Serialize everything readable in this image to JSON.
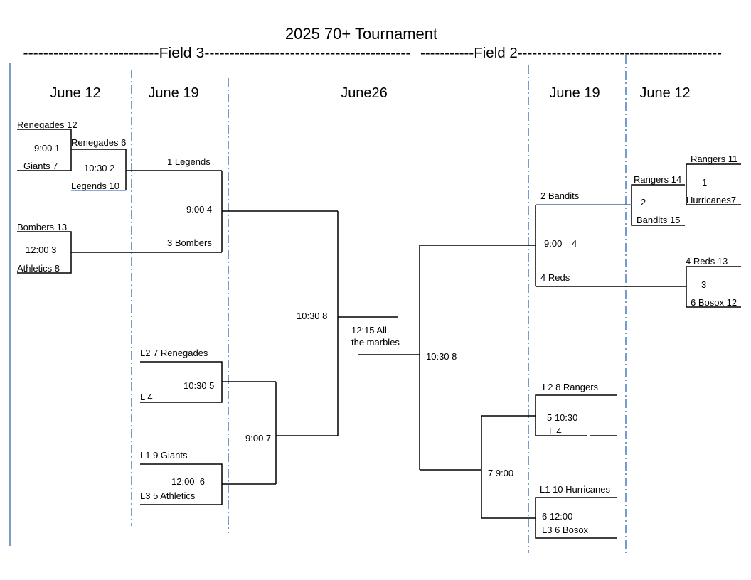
{
  "title": "2025 70+ Tournament",
  "field_headers": {
    "field3": "---------------------------Field 3-----------------------------------------",
    "field2": "-----------Field 2------------------------------------------"
  },
  "column_headers": {
    "left_june12": "June 12",
    "left_june19": "June 19",
    "center_june26": "June26",
    "right_june19": "June 19",
    "right_june12": "June 12"
  },
  "left_bracket": {
    "r1_game1": {
      "team_a": "Renegades 12",
      "label": "9:00 1",
      "team_b": "Giants 7"
    },
    "r1_game3": {
      "team_a": "Bombers 13",
      "label": "12:00 3",
      "team_b": "Athletics 8"
    },
    "r2_game2": {
      "team_a": "Renegades 6",
      "label": "10:30 2",
      "team_b": "Legends 10"
    },
    "r3_game4": {
      "team_a": "1 Legends",
      "label": "9:00 4",
      "team_b": "3 Bombers"
    },
    "cons_game5": {
      "team_a": "L2 7 Renegades",
      "label": "10:30 5",
      "team_b": "L 4"
    },
    "cons_game6": {
      "team_a": "L1 9 Giants",
      "label": "12:00  6",
      "team_b": "L3 5 Athletics"
    },
    "cons_game7": {
      "label": "9:00 7"
    },
    "semi_game8": {
      "label": "10:30 8"
    }
  },
  "final": {
    "line1": "12:15 All",
    "line2": "the marbles"
  },
  "right_bracket": {
    "r1_game1": {
      "team_a": "Rangers 11",
      "label": "1",
      "team_b": "Hurricanes7"
    },
    "r1_game3": {
      "team_a": "4 Reds 13",
      "label": "3",
      "team_b": "6 Bosox 12"
    },
    "r2_game2": {
      "team_a": "Rangers 14",
      "label": "2",
      "team_b": "Bandits 15"
    },
    "r3_game4": {
      "team_a": "2 Bandits",
      "label_time": "9:00",
      "label_num": "4",
      "team_b": "4 Reds"
    },
    "cons_game5": {
      "team_a": "L2 8 Rangers",
      "label": "5 10:30",
      "team_b": "L 4"
    },
    "cons_game6": {
      "team_a": "L1 10 Hurricanes",
      "label": "6 12:00",
      "team_b": "L3 6 Bosox"
    },
    "cons_game7": {
      "label": "7 9:00"
    },
    "semi_game8": {
      "label": "10:30 8"
    }
  },
  "colors": {
    "line": "#000000",
    "divider": "#4a7ab8",
    "accent_line": "#3f6f9f"
  }
}
